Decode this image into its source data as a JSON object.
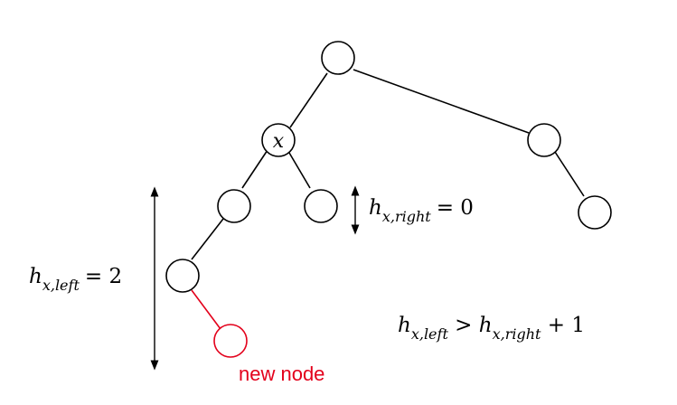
{
  "colors": {
    "stroke": "#000000",
    "highlight": "#e3001b"
  },
  "labels": {
    "node_x": "x",
    "h_right_var": "h",
    "h_right_sub": "x,right",
    "h_right_rhs": "= 0",
    "h_left_var": "h",
    "h_left_sub": "x,left",
    "h_left_rhs": "= 2",
    "ineq_h1": "h",
    "ineq_sub1": "x,left",
    "ineq_op": " > ",
    "ineq_h2": "h",
    "ineq_sub2": "x,right",
    "ineq_tail": " + 1",
    "new_node": "new node"
  }
}
